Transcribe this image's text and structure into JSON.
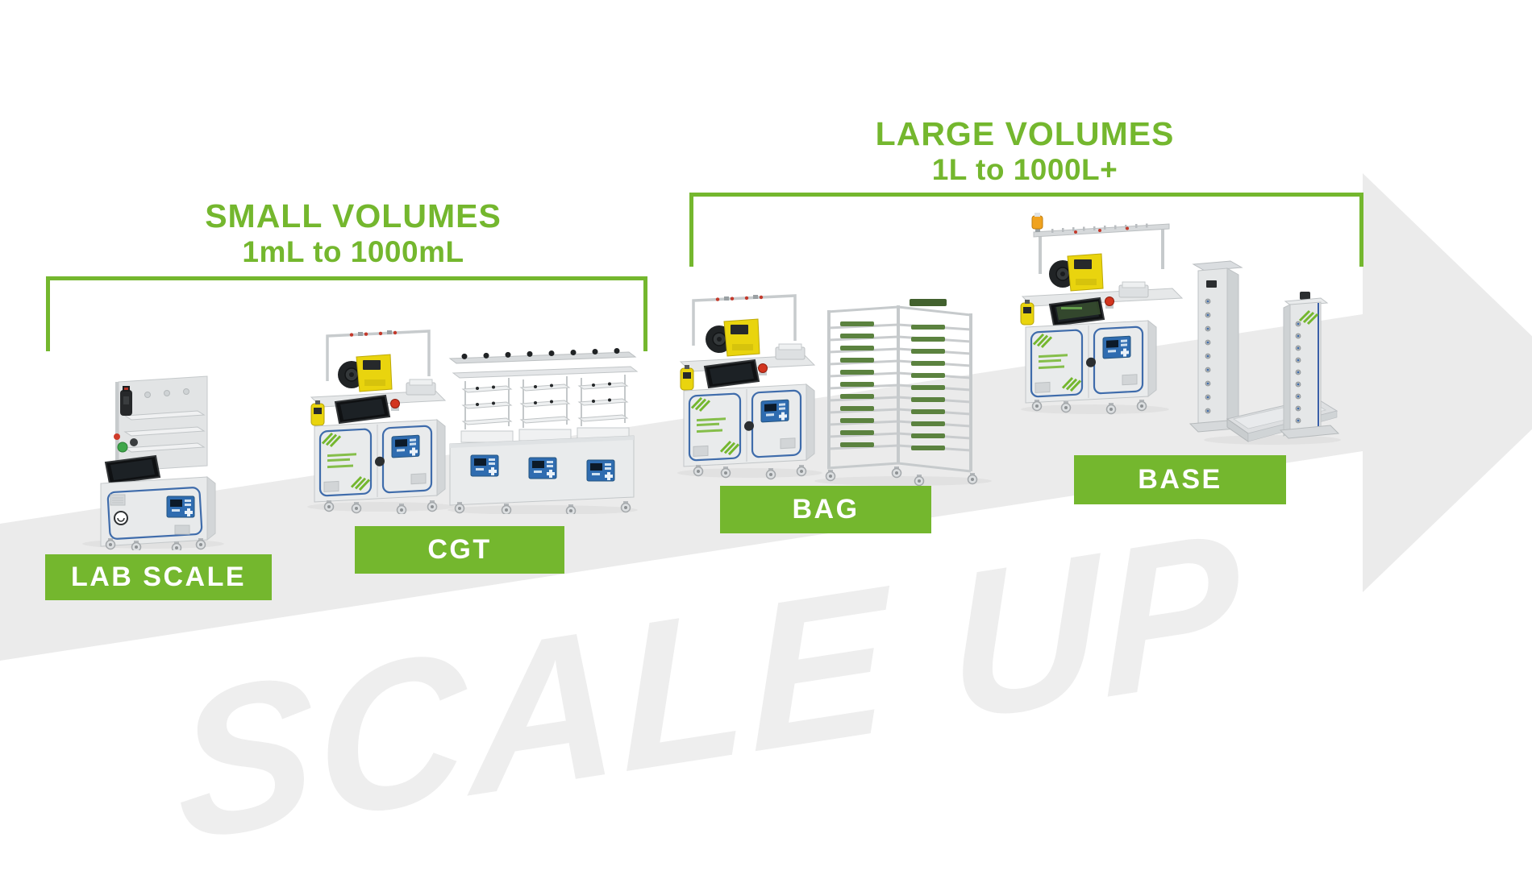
{
  "colors": {
    "green": "#74b72e",
    "arrow": "#ebebeb",
    "watermark": "#eeeeee",
    "label_text": "#ffffff",
    "blue_trim": "#3f6cab",
    "pump_yellow": "#e9d40e"
  },
  "headings": {
    "small_volumes": {
      "title": "SMALL VOLUMES",
      "range": "1mL to 1000mL"
    },
    "large_volumes": {
      "title": "LARGE VOLUMES",
      "range": "1L to 1000L+"
    }
  },
  "watermark": {
    "text": "SCALE UP"
  },
  "machines": [
    {
      "id": "lab-scale",
      "label": "LAB SCALE"
    },
    {
      "id": "cgt",
      "label": "CGT"
    },
    {
      "id": "bag",
      "label": "BAG"
    },
    {
      "id": "base",
      "label": "BASE"
    }
  ]
}
